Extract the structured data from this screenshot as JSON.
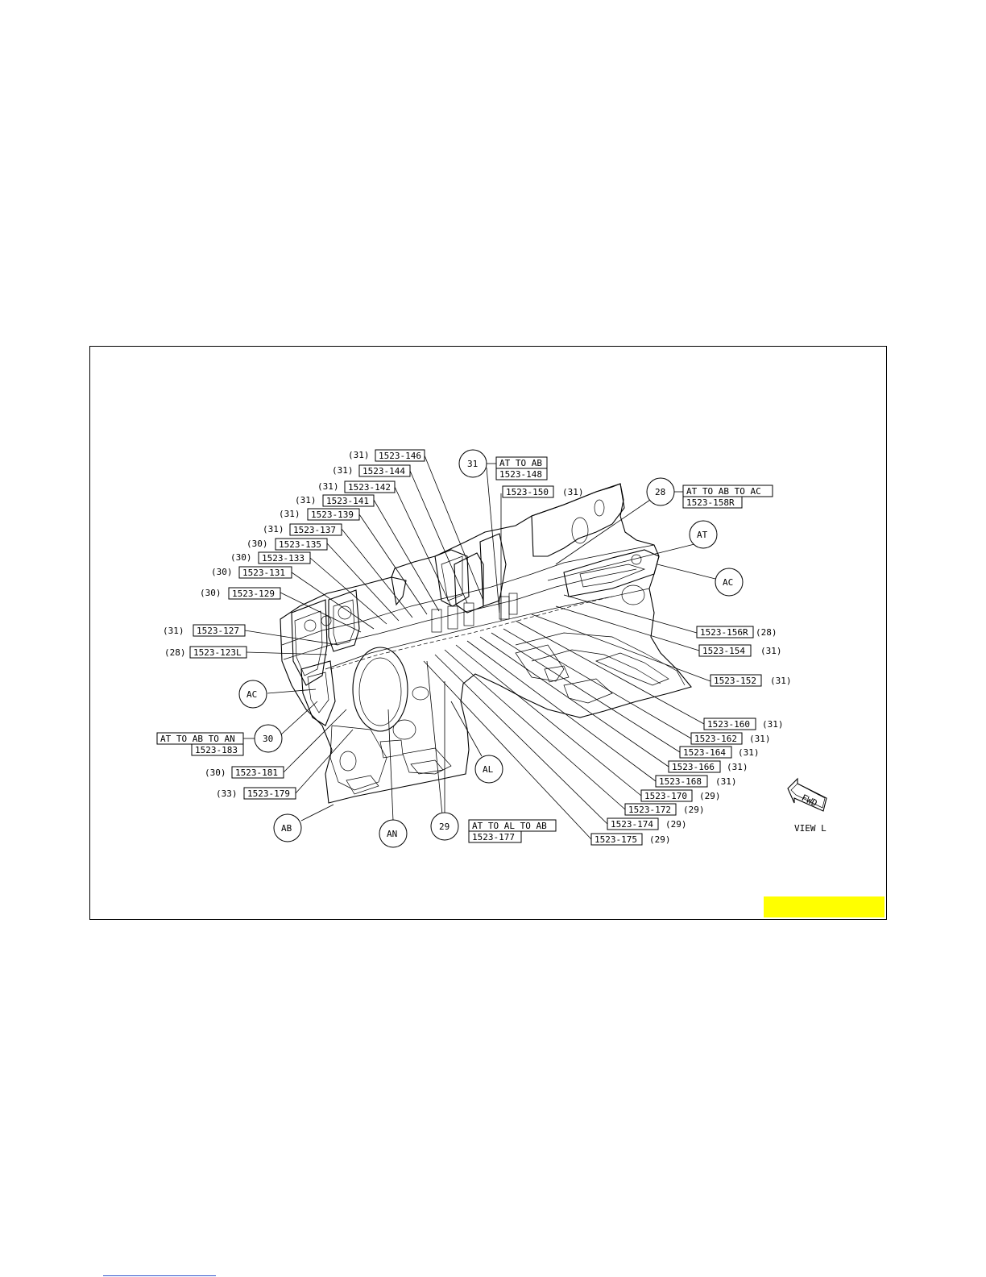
{
  "view_label": "VIEW L",
  "fwd_label": "FWD",
  "colors": {
    "highlight": "#ffff00",
    "line": "#000000"
  },
  "callouts": [
    {
      "part": "1523-146",
      "qty": "(31)",
      "side": "left"
    },
    {
      "part": "1523-144",
      "qty": "(31)",
      "side": "left"
    },
    {
      "part": "1523-142",
      "qty": "(31)",
      "side": "left"
    },
    {
      "part": "1523-141",
      "qty": "(31)",
      "side": "left"
    },
    {
      "part": "1523-139",
      "qty": "(31)",
      "side": "left"
    },
    {
      "part": "1523-137",
      "qty": "(31)",
      "side": "left"
    },
    {
      "part": "1523-135",
      "qty": "(30)",
      "side": "left"
    },
    {
      "part": "1523-133",
      "qty": "(30)",
      "side": "left"
    },
    {
      "part": "1523-131",
      "qty": "(30)",
      "side": "left"
    },
    {
      "part": "1523-129",
      "qty": "(30)",
      "side": "left"
    },
    {
      "part": "1523-127",
      "qty": "(31)",
      "side": "left"
    },
    {
      "part": "1523-123L",
      "qty": "(28)",
      "side": "left"
    },
    {
      "part": "1523-181",
      "qty": "(30)",
      "side": "left"
    },
    {
      "part": "1523-179",
      "qty": "(33)",
      "side": "left"
    },
    {
      "part": "1523-150",
      "qty": "(31)",
      "side": "right"
    },
    {
      "part": "1523-156R",
      "qty": "(28)",
      "side": "right"
    },
    {
      "part": "1523-154",
      "qty": "(31)",
      "side": "right"
    },
    {
      "part": "1523-152",
      "qty": "(31)",
      "side": "right"
    },
    {
      "part": "1523-160",
      "qty": "(31)",
      "side": "right"
    },
    {
      "part": "1523-162",
      "qty": "(31)",
      "side": "right"
    },
    {
      "part": "1523-164",
      "qty": "(31)",
      "side": "right"
    },
    {
      "part": "1523-166",
      "qty": "(31)",
      "side": "right"
    },
    {
      "part": "1523-168",
      "qty": "(31)",
      "side": "right"
    },
    {
      "part": "1523-170",
      "qty": "(29)",
      "side": "right"
    },
    {
      "part": "1523-172",
      "qty": "(29)",
      "side": "right"
    },
    {
      "part": "1523-174",
      "qty": "(29)",
      "side": "right"
    },
    {
      "part": "1523-175",
      "qty": "(29)",
      "side": "right"
    }
  ],
  "weld_groups": [
    {
      "number": "31",
      "text": "AT TO AB",
      "part": "1523-148"
    },
    {
      "number": "28",
      "text": "AT TO AB TO AC",
      "part": "1523-158R"
    },
    {
      "number": "30",
      "text": "AT TO AB TO AN",
      "part": "1523-183"
    },
    {
      "number": "29",
      "text": "AT TO AL TO AB",
      "part": "1523-177"
    }
  ],
  "circle_labels": [
    "AT",
    "AC",
    "AC",
    "AL",
    "AB",
    "AN"
  ]
}
